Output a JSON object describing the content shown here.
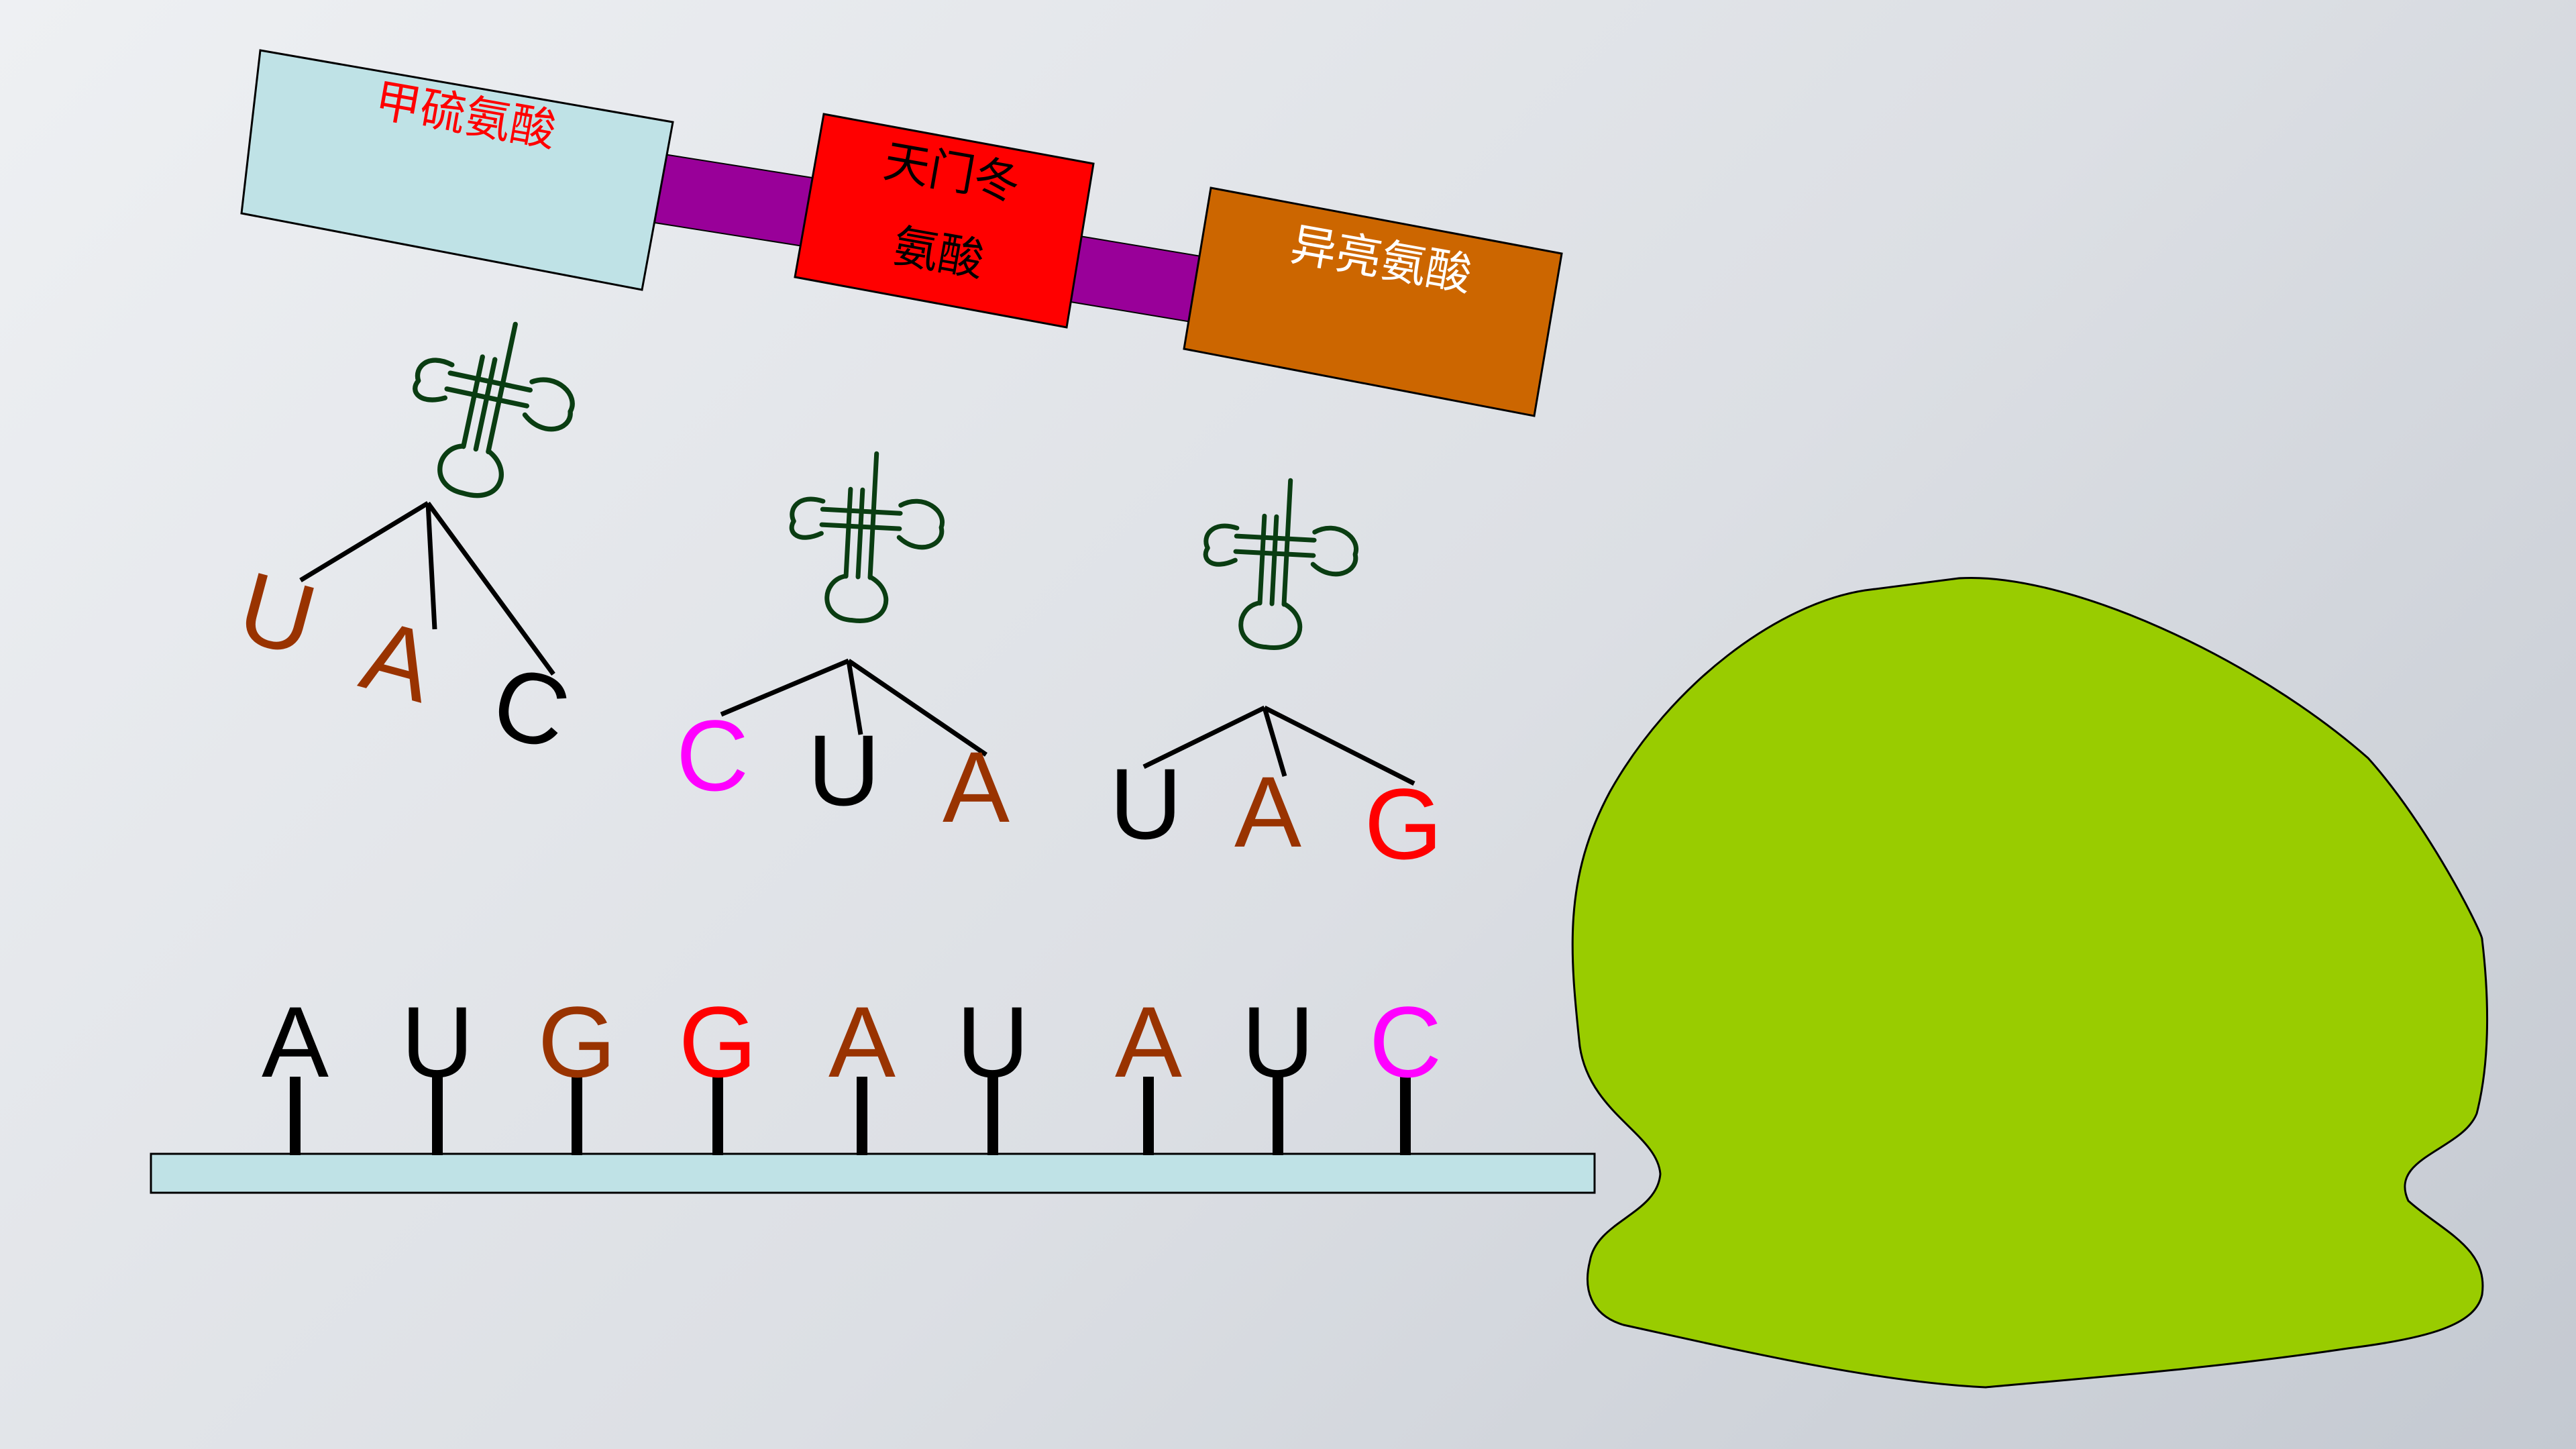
{
  "amino_acids": [
    {
      "label": "甲硫氨酸",
      "fill": "#bfe2e6",
      "text_color": "#ff0000"
    },
    {
      "label_lines": [
        "天门冬",
        "氨酸"
      ],
      "fill": "#ff0000",
      "text_color": "#000000"
    },
    {
      "label": "异亮氨酸",
      "fill": "#cc6600",
      "text_color": "#ffffff"
    }
  ],
  "peptide_bond_color": "#990099",
  "trna_color": "#0a3d12",
  "anticodons": [
    {
      "bases": [
        {
          "letter": "U",
          "color": "#993300"
        },
        {
          "letter": "A",
          "color": "#993300"
        },
        {
          "letter": "C",
          "color": "#000000"
        }
      ]
    },
    {
      "bases": [
        {
          "letter": "C",
          "color": "#ff00ff"
        },
        {
          "letter": "U",
          "color": "#000000"
        },
        {
          "letter": "A",
          "color": "#993300"
        }
      ]
    },
    {
      "bases": [
        {
          "letter": "U",
          "color": "#000000"
        },
        {
          "letter": "A",
          "color": "#993300"
        },
        {
          "letter": "G",
          "color": "#ff0000"
        }
      ]
    }
  ],
  "mrna": {
    "strand_color": "#bfe2e6",
    "bases": [
      {
        "letter": "A",
        "color": "#000000"
      },
      {
        "letter": "U",
        "color": "#000000"
      },
      {
        "letter": "G",
        "color": "#993300"
      },
      {
        "letter": "G",
        "color": "#ff0000"
      },
      {
        "letter": "A",
        "color": "#993300"
      },
      {
        "letter": "U",
        "color": "#000000"
      },
      {
        "letter": "A",
        "color": "#993300"
      },
      {
        "letter": "U",
        "color": "#000000"
      },
      {
        "letter": "C",
        "color": "#ff00ff"
      }
    ]
  },
  "ribosome_color": "#99cc00"
}
